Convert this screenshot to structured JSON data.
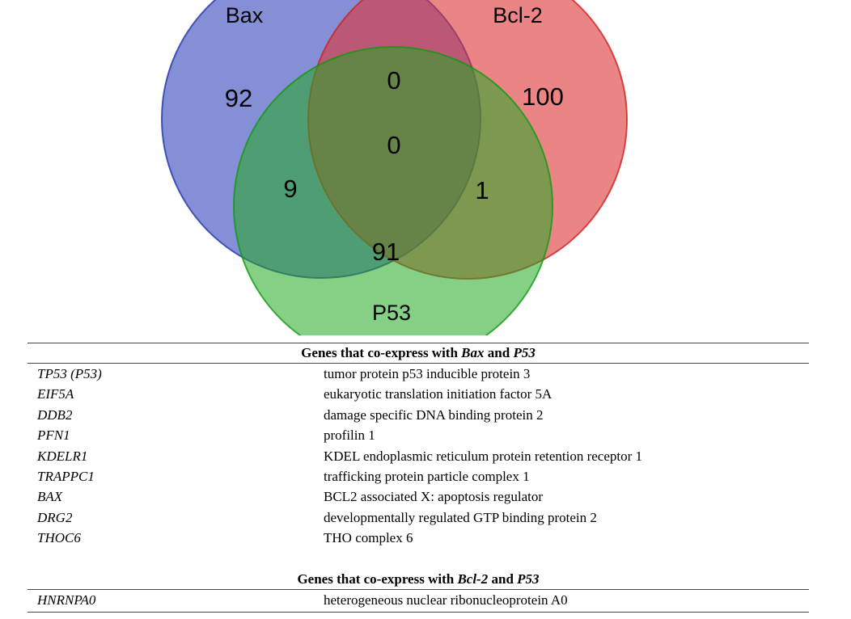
{
  "venn": {
    "sets": [
      {
        "id": "bax",
        "label": "Bax",
        "fill": "#3344bb",
        "stroke": "#2233aa"
      },
      {
        "id": "bcl2",
        "label": "Bcl-2",
        "fill": "#dd3333",
        "stroke": "#cc2222"
      },
      {
        "id": "p53",
        "label": "P53",
        "fill": "#22aa22",
        "stroke": "#119911"
      }
    ],
    "regions": {
      "bax_only": "92",
      "bcl2_only": "100",
      "bax_bcl2": "0",
      "all_three": "0",
      "bax_p53": "9",
      "bcl2_p53": "1",
      "p53_only": "91"
    }
  },
  "table1": {
    "heading_prefix": "Genes that co-express with ",
    "heading_gene_a": "Bax",
    "heading_and": " and ",
    "heading_gene_b": "P53",
    "rows": [
      {
        "symbol": "TP53 (P53)",
        "description": "tumor protein p53 inducible protein 3"
      },
      {
        "symbol": "EIF5A",
        "description": "eukaryotic translation initiation factor 5A"
      },
      {
        "symbol": "DDB2",
        "description": "damage specific DNA binding protein 2"
      },
      {
        "symbol": "PFN1",
        "description": "profilin 1"
      },
      {
        "symbol": "KDELR1",
        "description": "KDEL endoplasmic reticulum protein retention receptor 1"
      },
      {
        "symbol": "TRAPPC1",
        "description": "trafficking protein particle complex 1"
      },
      {
        "symbol": "BAX",
        "description": "BCL2 associated X: apoptosis regulator"
      },
      {
        "symbol": "DRG2",
        "description": "developmentally regulated GTP binding protein 2"
      },
      {
        "symbol": "THOC6",
        "description": "THO complex 6"
      }
    ]
  },
  "table2": {
    "heading_prefix": "Genes that co-express with ",
    "heading_gene_a": "Bcl-2",
    "heading_and": " and ",
    "heading_gene_b": "P53",
    "rows": [
      {
        "symbol": "HNRNPA0",
        "description": "heterogeneous nuclear ribonucleoprotein A0"
      }
    ]
  }
}
